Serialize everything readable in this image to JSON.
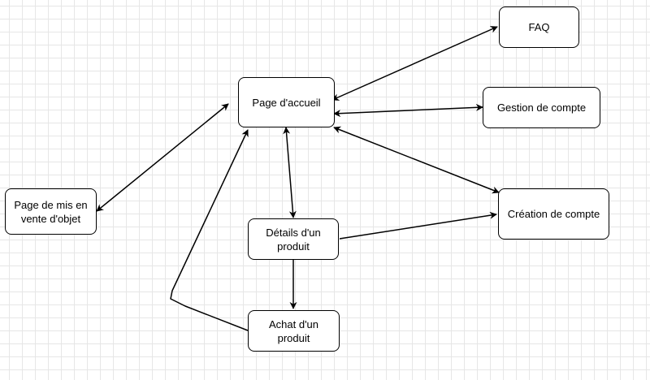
{
  "diagram": {
    "nodes": {
      "faq": "FAQ",
      "home": "Page d'accueil",
      "account_management": "Gestion de compte",
      "account_creation": "Création de compte",
      "sell_item": "Page de mis en vente d'objet",
      "product_details": "Détails d'un produit",
      "product_purchase": "Achat d'un produit"
    },
    "edges": [
      {
        "from": "home",
        "to": "faq",
        "arrow": "both"
      },
      {
        "from": "home",
        "to": "account_management",
        "arrow": "both"
      },
      {
        "from": "home",
        "to": "account_creation",
        "arrow": "both"
      },
      {
        "from": "home",
        "to": "sell_item",
        "arrow": "both"
      },
      {
        "from": "home",
        "to": "product_details",
        "arrow": "both"
      },
      {
        "from": "product_details",
        "to": "account_creation",
        "arrow": "end"
      },
      {
        "from": "product_details",
        "to": "product_purchase",
        "arrow": "end"
      },
      {
        "from": "product_purchase",
        "to": "home",
        "arrow": "end",
        "routing": "bent-left"
      }
    ]
  },
  "colors": {
    "stroke": "#000000",
    "node_fill": "#ffffff",
    "grid": "#e6e6e6",
    "background": "#ffffff"
  }
}
